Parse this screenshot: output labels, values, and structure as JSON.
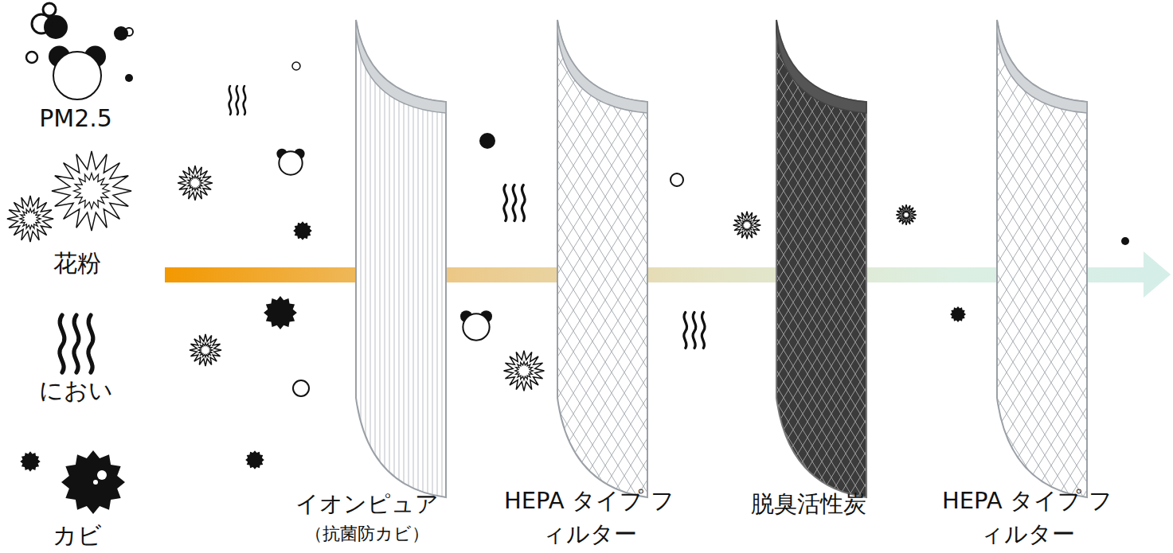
{
  "diagram": {
    "labels": [
      "イオンピュア",
      "（抗菌防カビ）",
      "HEPA タイプ フィルター",
      "脱臭活性炭",
      "HEPA タイプ フィルター"
    ],
    "legend": [
      {
        "text": "PM2.5"
      },
      {
        "text": "花粉"
      },
      {
        "text": "におい"
      },
      {
        "text": "カビ"
      }
    ]
  }
}
